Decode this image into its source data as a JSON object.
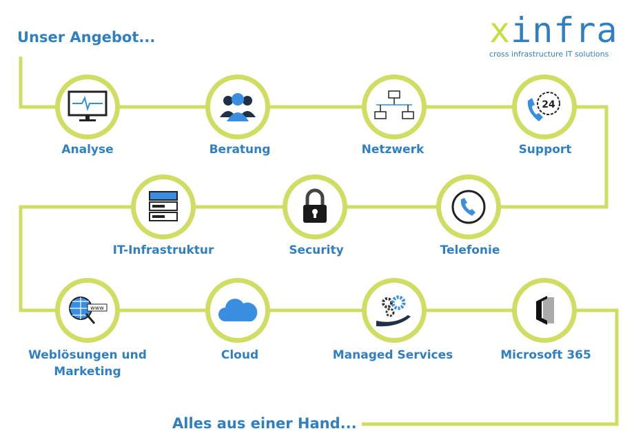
{
  "heading_top": "Unser Angebot...",
  "heading_bottom": "Alles aus einer Hand...",
  "logo": {
    "x": "x",
    "rest": "infra",
    "tagline": "cross infrastructure IT solutions"
  },
  "colors": {
    "accent": "#cfdd63",
    "text": "#2f7fc1"
  },
  "services": [
    {
      "label": "Analyse",
      "icon": "monitor-pulse-icon"
    },
    {
      "label": "Beratung",
      "icon": "people-icon"
    },
    {
      "label": "Netzwerk",
      "icon": "network-icon"
    },
    {
      "label": "Support",
      "icon": "phone-24-icon"
    },
    {
      "label": "IT-Infrastruktur",
      "icon": "server-icon"
    },
    {
      "label": "Security",
      "icon": "padlock-icon"
    },
    {
      "label": "Telefonie",
      "icon": "phone-icon"
    },
    {
      "label": "Weblösungen und\nMarketing",
      "icon": "web-globe-icon"
    },
    {
      "label": "Cloud",
      "icon": "cloud-icon"
    },
    {
      "label": "Managed Services",
      "icon": "gears-hand-icon"
    },
    {
      "label": "Microsoft 365",
      "icon": "office-icon"
    }
  ]
}
